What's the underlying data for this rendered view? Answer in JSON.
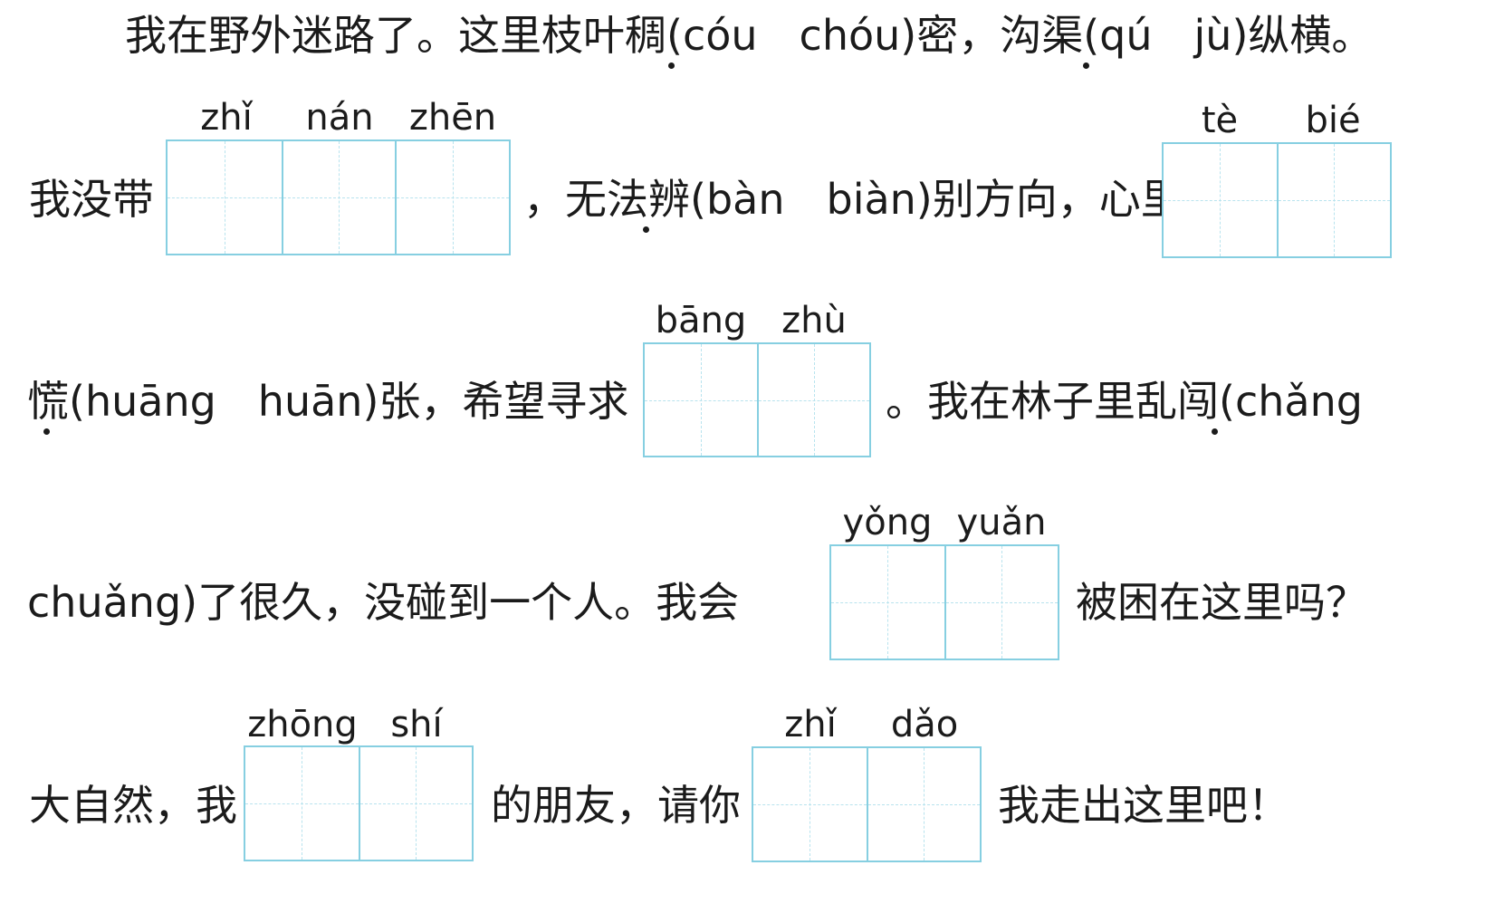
{
  "passage": {
    "line1": {
      "a": "我在野外迷路了。这里枝叶稠(cóu　chóu)密，沟渠(qú　jù)纵横。"
    },
    "line2": {
      "prefix": "我没带",
      "pinyin_1": [
        "zhǐ",
        "nán",
        "zhēn"
      ],
      "middle": "，无法辨(bàn　biàn)别方向，心里",
      "pinyin_2": [
        "tè",
        "bié"
      ]
    },
    "line3": {
      "prefix": "慌(huāng　huān)张，希望寻求",
      "pinyin_1": [
        "bāng",
        "zhù"
      ],
      "suffix": "。我在林子里乱闯(chǎng"
    },
    "line4": {
      "prefix": "chuǎng)了很久，没碰到一个人。我会",
      "pinyin_1": [
        "yǒng",
        "yuǎn"
      ],
      "suffix": "被困在这里吗？"
    },
    "line5": {
      "prefix": "大自然，我",
      "pinyin_1": [
        "zhōng",
        "shí"
      ],
      "middle": "的朋友，请你",
      "pinyin_2": [
        "zhǐ",
        "dǎo"
      ],
      "suffix": "我走出这里吧！"
    }
  },
  "colors": {
    "box_border": "#86cfe1",
    "text": "#1b1b1b"
  }
}
